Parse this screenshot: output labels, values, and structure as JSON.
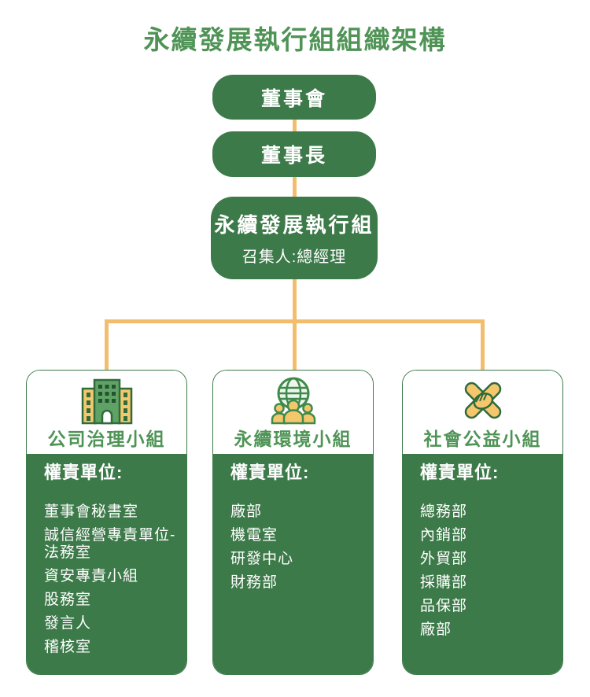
{
  "page": {
    "title": "永續發展執行組組織架構"
  },
  "colors": {
    "node_green": "#3D7A49",
    "heading_green": "#4F9456",
    "connector_orange": "#F2BE6E",
    "icon_yellow": "#F4C76D",
    "icon_green": "#5FA265",
    "icon_outline_green": "#2F6B3B",
    "text_white": "#FFFFFF"
  },
  "hierarchy": {
    "nodes": [
      {
        "label": "董事會"
      },
      {
        "label": "董事長"
      },
      {
        "label": "永續發展執行組",
        "subtitle": "召集人:總經理"
      }
    ]
  },
  "groups": [
    {
      "icon": "building-icon",
      "title": "公司治理小組",
      "list_header": "權責單位:",
      "items": [
        "董事會秘書室",
        "誠信經營專責單位-法務室",
        "資安專責小組",
        "股務室",
        "發言人",
        "稽核室"
      ]
    },
    {
      "icon": "globe-people-icon",
      "title": "永續環境小組",
      "list_header": "權責單位:",
      "items": [
        "廠部",
        "機電室",
        "研發中心",
        "財務部"
      ]
    },
    {
      "icon": "hands-teamwork-icon",
      "title": "社會公益小組",
      "list_header": "權責單位:",
      "items": [
        "總務部",
        "內銷部",
        "外貿部",
        "採購部",
        "品保部",
        "廠部"
      ]
    }
  ]
}
